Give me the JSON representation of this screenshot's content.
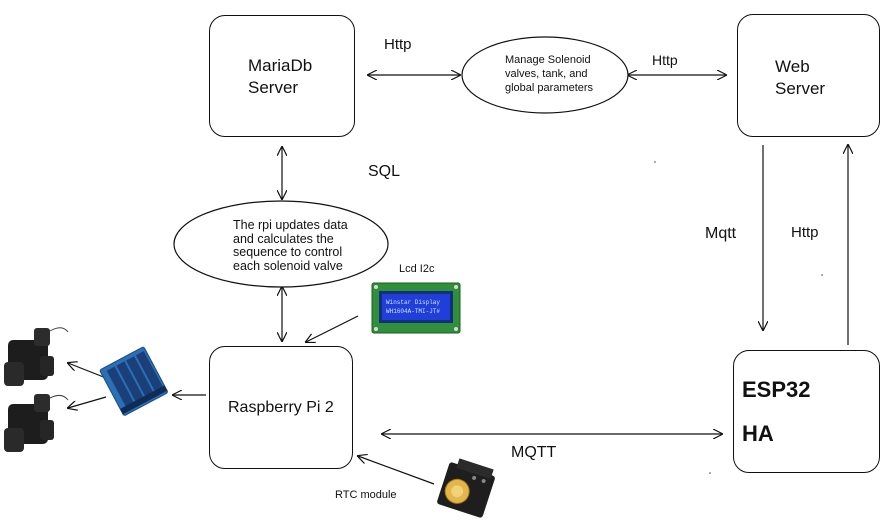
{
  "nodes": {
    "mariadb": {
      "line1": "MariaDb",
      "line2": "Server"
    },
    "webserver": {
      "line1": "Web",
      "line2": "Server"
    },
    "raspberry": {
      "label": "Raspberry Pi 2"
    },
    "esp32": {
      "line1": "ESP32",
      "line2": "HA"
    }
  },
  "notes": {
    "manage": {
      "line1": "Manage Solenoid",
      "line2": "valves, tank, and",
      "line3": "global parameters"
    },
    "rpi": {
      "line1": "The rpi updates data",
      "line2": "and calculates the",
      "line3": "sequence to control",
      "line4": "each solenoid valve"
    }
  },
  "edges": {
    "http_left": "Http",
    "http_right": "Http",
    "sql": "SQL",
    "mqtt_down": "Mqtt",
    "http_up": "Http",
    "mqtt_bottom": "MQTT"
  },
  "components": {
    "lcd_label": "Lcd I2c",
    "lcd_screen_line1": "Winstar Display",
    "lcd_screen_line2": "WH1604A-TMI-JT#",
    "rtc_label": "RTC module"
  },
  "colors": {
    "line": "#111111",
    "lcd_board": "#2f8f3a",
    "lcd_screen": "#1f3fd8",
    "relay_board": "#2b6fb6",
    "valve": "#1d1d1d"
  }
}
